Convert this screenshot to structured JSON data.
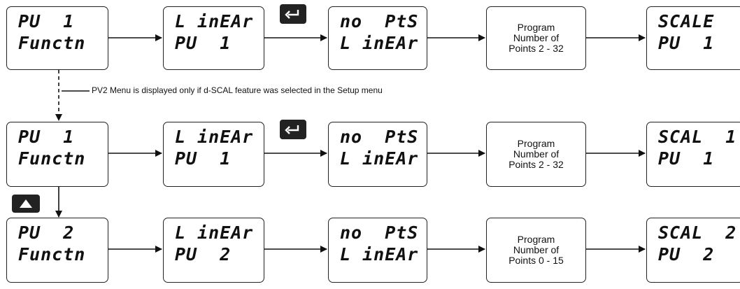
{
  "note": "PV2 Menu is displayed only if d-SCAL feature was selected in the Setup menu",
  "rows": [
    {
      "func": [
        "PU  1",
        "Functn"
      ],
      "linear": [
        "L inEAr",
        "PU  1"
      ],
      "nopts": [
        "no  PtS",
        "L inEAr"
      ],
      "program": [
        "Program",
        "Number of",
        "Points 2 - 32"
      ],
      "scale": [
        "SCALE",
        "PU  1"
      ]
    },
    {
      "func": [
        "PU  1",
        "Functn"
      ],
      "linear": [
        "L inEAr",
        "PU  1"
      ],
      "nopts": [
        "no  PtS",
        "L inEAr"
      ],
      "program": [
        "Program",
        "Number of",
        "Points 2 - 32"
      ],
      "scale": [
        "SCAL  1",
        "PU  1"
      ]
    },
    {
      "func": [
        "PU  2",
        "Functn"
      ],
      "linear": [
        "L inEAr",
        "PU  2"
      ],
      "nopts": [
        "no  PtS",
        "L inEAr"
      ],
      "program": [
        "Program",
        "Number of",
        "Points 0 - 15"
      ],
      "scale": [
        "SCAL  2",
        "PU  2"
      ]
    }
  ],
  "icons": {
    "enter": "enter-key-icon",
    "up": "up-arrow-key-icon"
  }
}
